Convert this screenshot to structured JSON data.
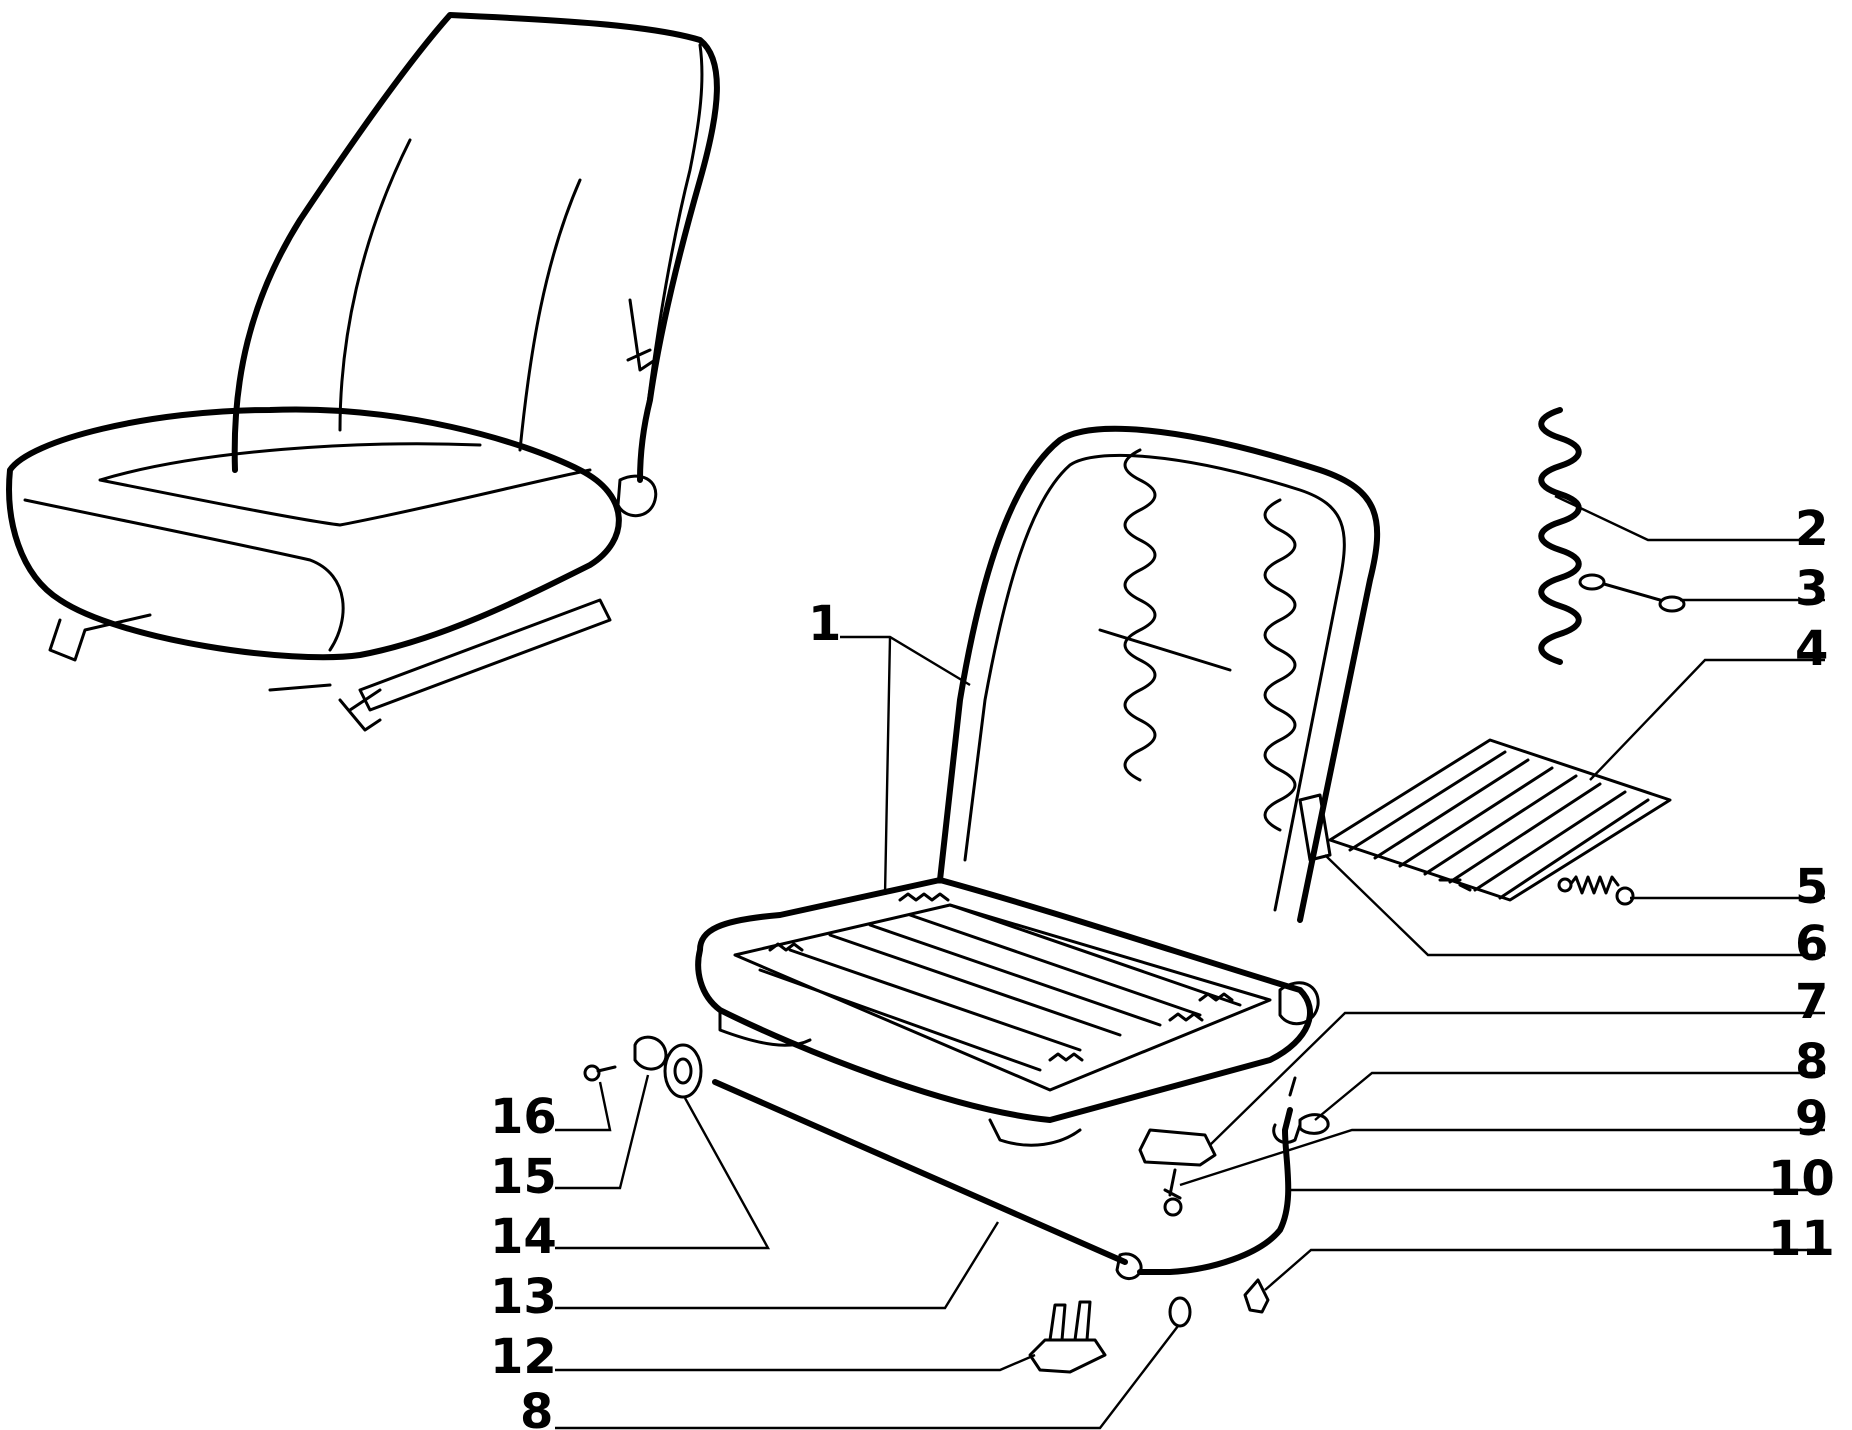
{
  "callouts": {
    "c1": "1",
    "c2": "2",
    "c3": "3",
    "c4": "4",
    "c5": "5",
    "c6": "6",
    "c7": "7",
    "c8a": "8",
    "c9": "9",
    "c10": "10",
    "c11": "11",
    "c12": "12",
    "c13": "13",
    "c14": "14",
    "c15": "15",
    "c16": "16",
    "c8b": "8"
  }
}
